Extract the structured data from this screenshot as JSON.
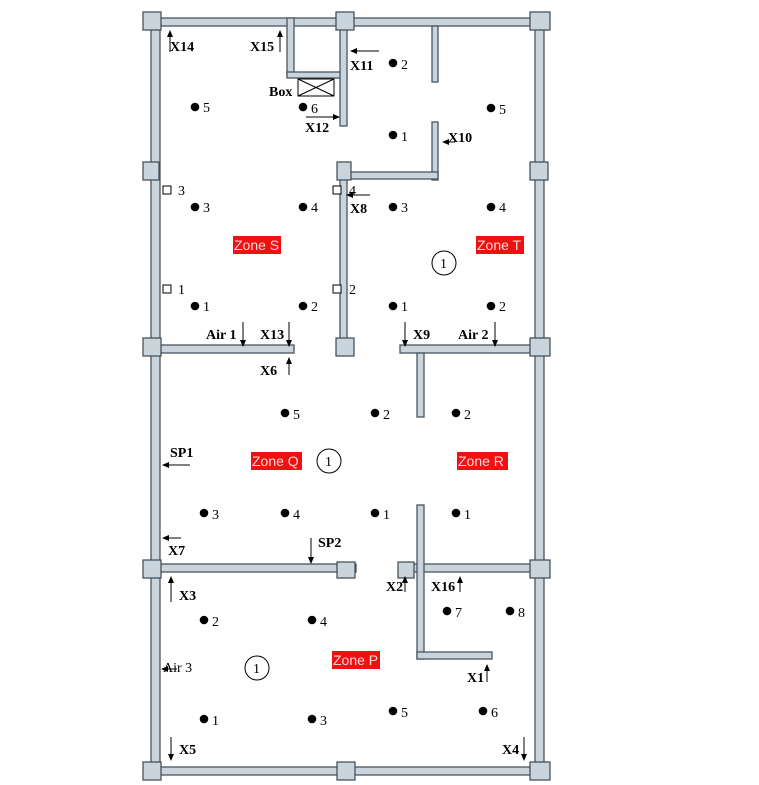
{
  "zones": [
    {
      "id": "S",
      "label": "Zone S"
    },
    {
      "id": "T",
      "label": "Zone T"
    },
    {
      "id": "Q",
      "label": "Zone Q"
    },
    {
      "id": "R",
      "label": "Zone R"
    },
    {
      "id": "P",
      "label": "Zone P"
    }
  ],
  "sensors": [
    {
      "text": "X14"
    },
    {
      "text": "X15"
    },
    {
      "text": "X11"
    },
    {
      "text": "X12"
    },
    {
      "text": "X10"
    },
    {
      "text": "X8"
    },
    {
      "text": "X13"
    },
    {
      "text": "X6"
    },
    {
      "text": "X9"
    },
    {
      "text": "X7"
    },
    {
      "text": "X3"
    },
    {
      "text": "X2"
    },
    {
      "text": "X16"
    },
    {
      "text": "X1"
    },
    {
      "text": "X5"
    },
    {
      "text": "X4"
    }
  ],
  "inlets": [
    {
      "text": "Air 1"
    },
    {
      "text": "Air 2"
    },
    {
      "text": "Air 3"
    },
    {
      "text": "SP1"
    },
    {
      "text": "SP2"
    }
  ],
  "box_label": "Box",
  "points": {
    "S": [
      "5",
      "6",
      "3",
      "4",
      "1",
      "2"
    ],
    "T": [
      "2",
      "5",
      "1",
      "3",
      "4",
      "1",
      "2"
    ],
    "Q": [
      "5",
      "2",
      "3",
      "4",
      "1"
    ],
    "R": [
      "2",
      "1"
    ],
    "P": [
      "2",
      "4",
      "7",
      "8",
      "1",
      "3",
      "5",
      "6"
    ]
  },
  "squares": [
    "3",
    "1",
    "4",
    "2"
  ],
  "circled": [
    "1",
    "1",
    "1"
  ]
}
